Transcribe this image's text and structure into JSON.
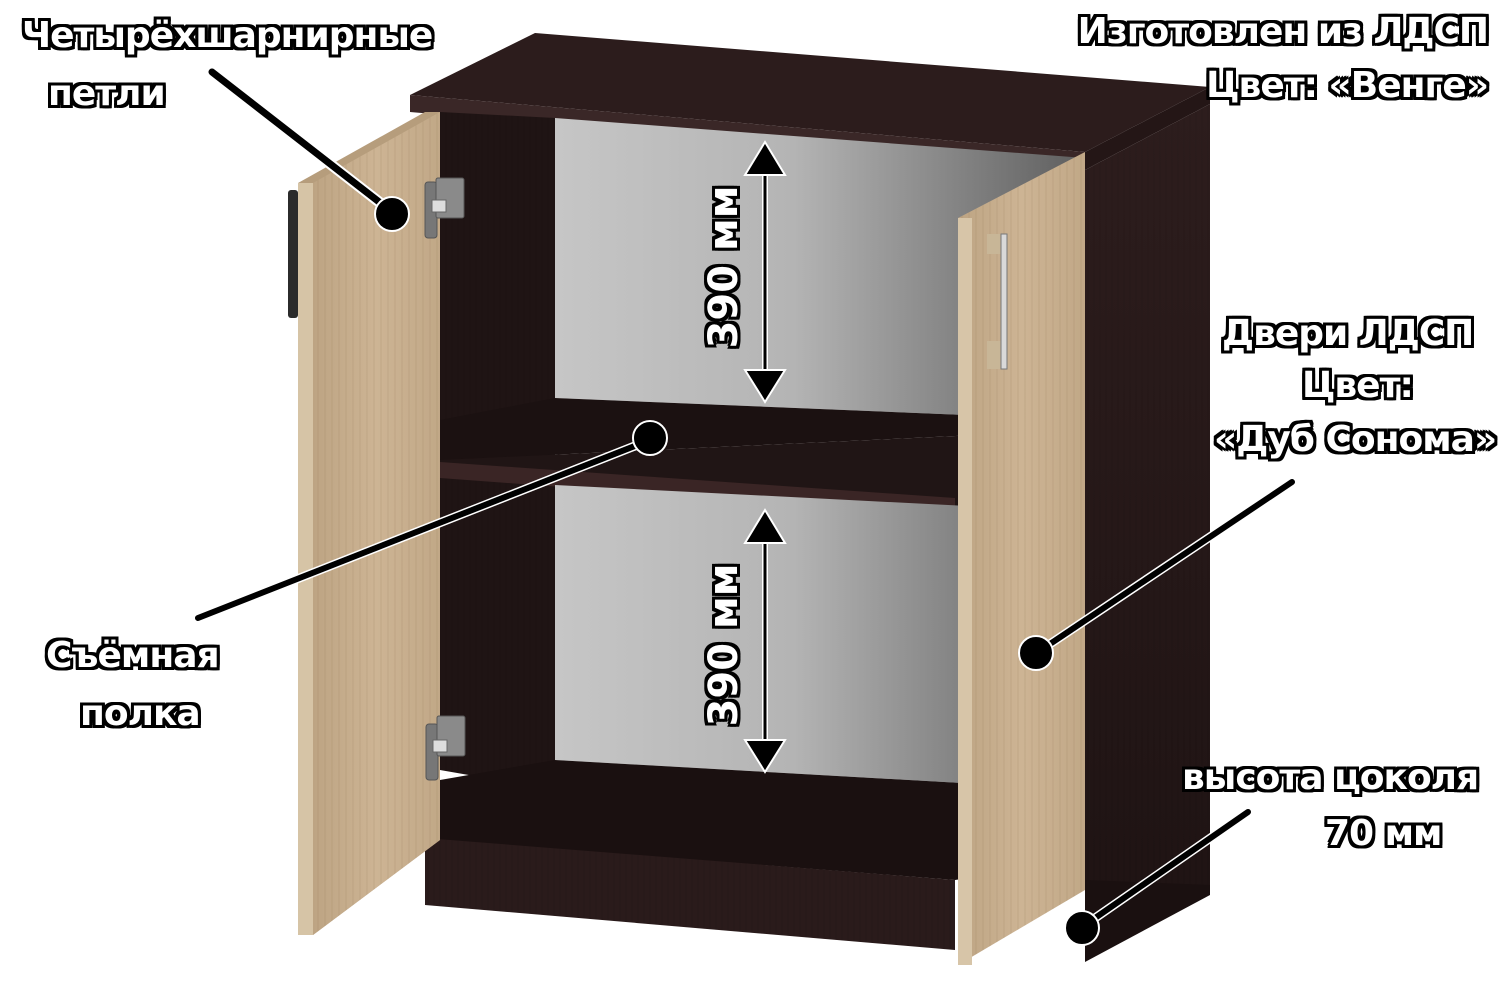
{
  "labels": {
    "hinges": {
      "line1": "Четырёхшарнирные",
      "line2": "петли"
    },
    "material": {
      "line1": "Изготовлен из ЛДСП",
      "line2": "Цвет:  «Венге»"
    },
    "doors": {
      "line1": "Двери ЛДСП",
      "line2": "Цвет:",
      "line3": "«Дуб Сонома»"
    },
    "shelf": {
      "line1": "Съёмная",
      "line2": "полка"
    },
    "plinth": {
      "line1": "высота цоколя",
      "line2": "70 мм"
    }
  },
  "dimensions": {
    "upper_compartment": "390 мм",
    "lower_compartment": "390 мм"
  },
  "colors": {
    "body_wenge": "#2a1a1a",
    "body_wenge_dark": "#1c1212",
    "door_sonoma": "#c9b08e",
    "back_panel_light": "#c4c4c4",
    "back_panel_dark": "#5a5a5a",
    "callout": "#000000"
  }
}
